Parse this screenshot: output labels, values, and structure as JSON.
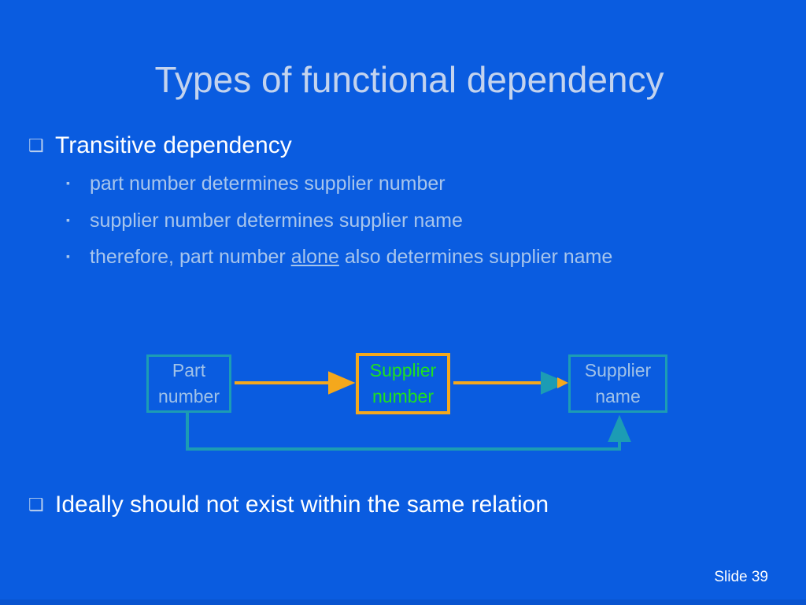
{
  "slide": {
    "title": "Types of functional dependency",
    "background_color": "#0A5CE0",
    "title_color": "#C3D3EE",
    "body_text_color": "#A7C5EC",
    "heading_text_color": "#FFFFFF",
    "footer": "Slide 39"
  },
  "bullets": [
    {
      "level": 1,
      "marker": "❑",
      "text": "Transitive dependency"
    },
    {
      "level": 2,
      "marker": "▪",
      "text": "part number determines supplier number"
    },
    {
      "level": 2,
      "marker": "▪",
      "text": "supplier number determines supplier name"
    },
    {
      "level": 2,
      "marker": "▪",
      "text_before": "therefore, part number ",
      "text_emphasis": "alone",
      "text_after": " also determines supplier name"
    },
    {
      "level": 1,
      "marker": "❑",
      "text": "Ideally should not exist within the same relation"
    }
  ],
  "diagram": {
    "type": "dependency-flow",
    "nodes": [
      {
        "id": "part-number",
        "label_line1": "Part",
        "label_line2": "number",
        "border_color": "#1C9CB4",
        "text_color": "#9FC1E8"
      },
      {
        "id": "supplier-number",
        "label_line1": "Supplier",
        "label_line2": "number",
        "border_color": "#F5A81C",
        "text_color": "#1FE01F"
      },
      {
        "id": "supplier-name",
        "label_line1": "Supplier",
        "label_line2": "name",
        "border_color": "#1C9CB4",
        "text_color": "#9FC1E8"
      }
    ],
    "edges": [
      {
        "id": "part-to-supplier-number",
        "from": "part-number",
        "to": "supplier-number",
        "color": "#F5A81C",
        "style": "straight-arrow"
      },
      {
        "id": "supplier-number-to-supplier-name",
        "from": "supplier-number",
        "to": "supplier-name",
        "color": "#F5A81C",
        "style": "straight-arrow"
      },
      {
        "id": "part-to-supplier-name-transitive",
        "from": "part-number",
        "to": "supplier-name",
        "color": "#1C9CB4",
        "style": "elbow-arrow-below"
      }
    ]
  }
}
